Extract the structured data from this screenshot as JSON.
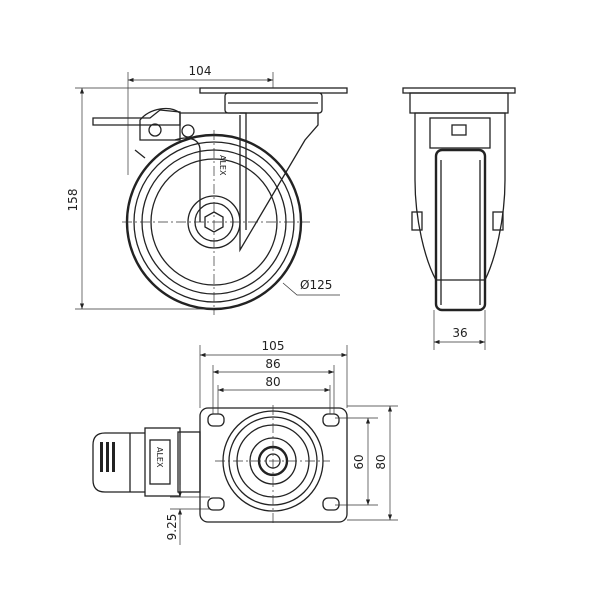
{
  "front_view": {
    "width_dim": "104",
    "height_dim": "158",
    "diameter_dim": "Ø125",
    "brand": "ALEX"
  },
  "side_view": {
    "wheel_width_dim": "36"
  },
  "top_view": {
    "plate_width_dim": "105",
    "hole_outer_dim": "86",
    "hole_inner_dim": "80",
    "hole_spacing_dim": "60",
    "plate_depth_dim": "80",
    "offset_dim": "9.25",
    "brand": "ALEX"
  }
}
